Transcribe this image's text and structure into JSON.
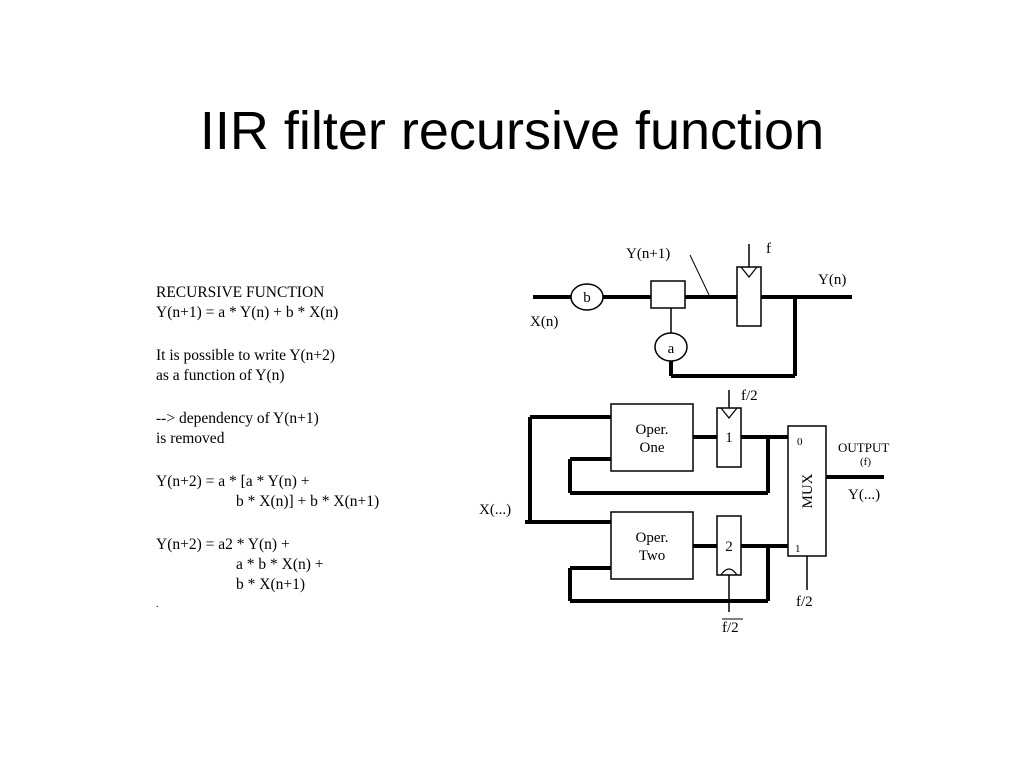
{
  "slide": {
    "title": "IIR filter recursive function"
  },
  "explanation": {
    "heading": "RECURSIVE FUNCTION",
    "equation1": "Y(n+1) = a * Y(n) + b * X(n)",
    "para1_line1": "It is possible to write Y(n+2)",
    "para1_line2": "as a function of Y(n)",
    "para2_line1": "--> dependency of Y(n+1)",
    "para2_line2": "is removed",
    "eq2_line1": "Y(n+2) = a * [a * Y(n) +",
    "eq2_line2": "b * X(n)] + b * X(n+1)",
    "eq3_line1": "Y(n+2) = a2 * Y(n) +",
    "eq3_line2": "a * b * X(n) +",
    "eq3_line3": "b * X(n+1)",
    "trailing_mark": "."
  },
  "top_circuit": {
    "input_label": "X(n)",
    "coef_b": "b",
    "coef_a": "a",
    "feedback_label": "Y(n+1)",
    "clock_label": "f",
    "output_label": "Y(n)"
  },
  "bottom_circuit": {
    "input_label": "X(...)",
    "oper_one_line1": "Oper.",
    "oper_one_line2": "One",
    "oper_two_line1": "Oper.",
    "oper_two_line2": "Two",
    "reg1_label": "1",
    "reg2_label": "2",
    "clock_top_label": "f/2",
    "clock_bottom_label": "f/2",
    "mux_label": "MUX",
    "mux_in0": "0",
    "mux_in1": "1",
    "mux_select_label": "f/2",
    "output_title": "OUTPUT",
    "output_freq": "(f)",
    "output_label": "Y(...)"
  }
}
